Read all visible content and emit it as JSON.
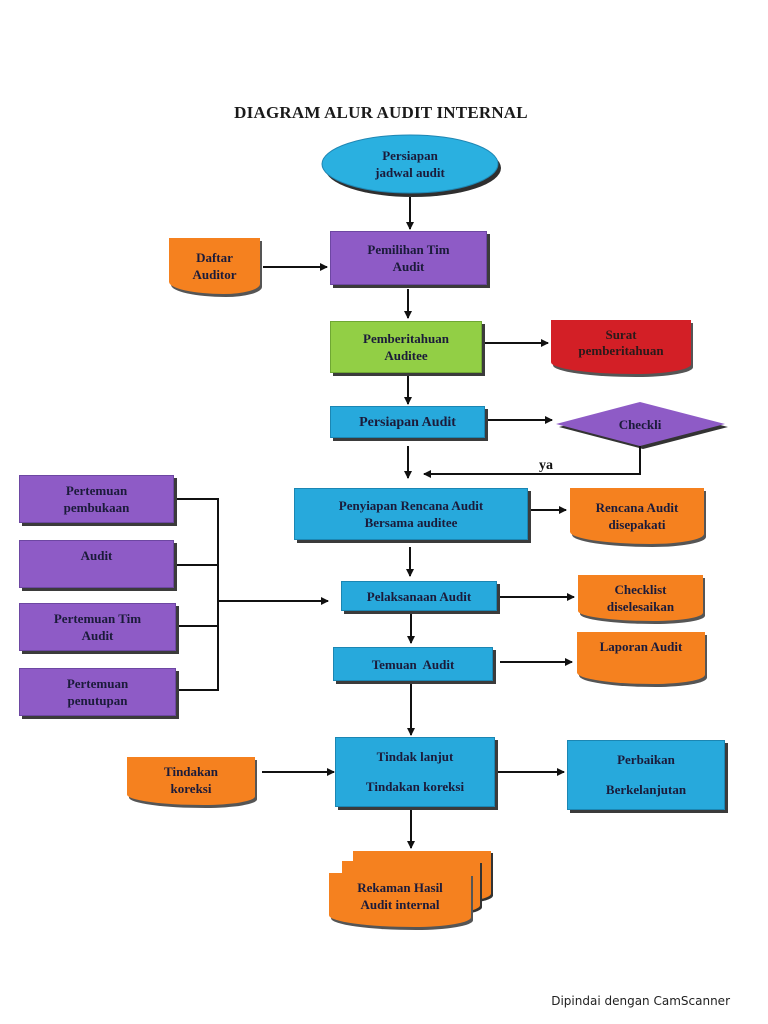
{
  "title": "DIAGRAM ALUR AUDIT INTERNAL",
  "nodes": {
    "persiapan_jadwal": [
      "Persiapan",
      "jadwal audit"
    ],
    "pemilihan_tim": [
      "Pemilihan Tim",
      "Audit"
    ],
    "daftar_auditor": [
      "Daftar",
      "Auditor"
    ],
    "pemberitahuan": [
      "Pemberitahuan",
      "Auditee"
    ],
    "surat": [
      "Surat",
      "pemberitahuan"
    ],
    "persiapan_audit": [
      "Persiapan Audit"
    ],
    "checklist_diamond": [
      "Checkli"
    ],
    "ya": "ya",
    "penyiapan": [
      "Penyiapan Rencana Audit",
      "Bersama auditee"
    ],
    "rencana_disepakati": [
      "Rencana Audit",
      "disepakati"
    ],
    "pertemuan_pembukaan": [
      "Pertemuan",
      "pembukaan"
    ],
    "audit": [
      "Audit"
    ],
    "pertemuan_tim": [
      "Pertemuan Tim",
      "Audit"
    ],
    "pertemuan_penutupan": [
      "Pertemuan",
      "penutupan"
    ],
    "pelaksanaan": [
      "Pelaksanaan Audit"
    ],
    "checklist_diselesaikan": [
      "Checklist",
      "diselesaikan"
    ],
    "temuan": [
      "Temuan  Audit"
    ],
    "laporan": [
      "Laporan Audit"
    ],
    "tindak_lanjut": [
      "Tindak lanjut",
      "Tindakan koreksi"
    ],
    "tindakan_koreksi_doc": [
      "Tindakan",
      "koreksi"
    ],
    "perbaikan": [
      "Perbaikan",
      "Berkelanjutan"
    ],
    "rekaman": [
      "Rekaman Hasil",
      "Audit internal"
    ]
  },
  "colors": {
    "purple": "#8e5bc6",
    "blue": "#27a9dc",
    "green": "#92cf45",
    "orange": "#f5811f",
    "red": "#d31f26"
  },
  "footer": "Dipindai dengan CamScanner"
}
